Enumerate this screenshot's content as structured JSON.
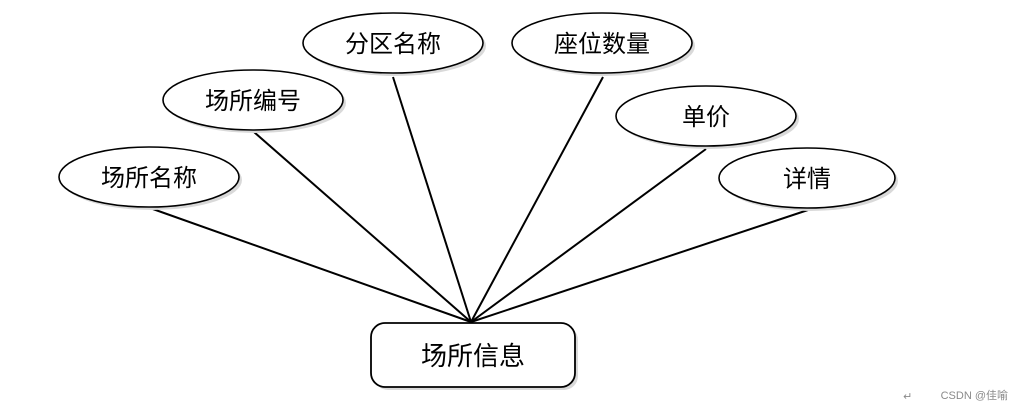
{
  "diagram": {
    "entity": {
      "label": "场所信息"
    },
    "attributes": [
      {
        "id": "venue-name",
        "label": "场所名称"
      },
      {
        "id": "venue-code",
        "label": "场所编号"
      },
      {
        "id": "zone-name",
        "label": "分区名称"
      },
      {
        "id": "seat-count",
        "label": "座位数量"
      },
      {
        "id": "unit-price",
        "label": "单价"
      },
      {
        "id": "details",
        "label": "详情"
      }
    ],
    "colors": {
      "stroke": "#000000",
      "fill": "#ffffff",
      "shadow": "#d9d9d9"
    }
  },
  "watermark": {
    "text": "CSDN @佳喻"
  },
  "return_mark": {
    "text": "↵"
  }
}
